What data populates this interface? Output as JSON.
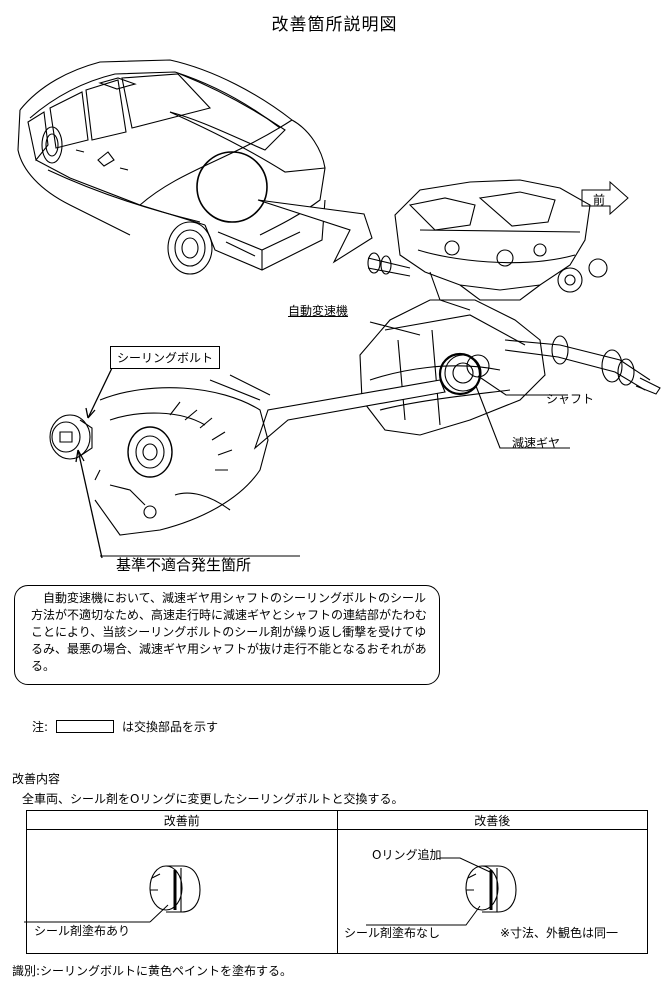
{
  "title": "改善箇所説明図",
  "labels": {
    "front": "前",
    "at": "自動変速機",
    "shaft": "シャフト",
    "reduction_gear": "減速ギヤ",
    "sealing_bolt": "シーリングボルト",
    "nonconformity": "基準不適合発生箇所"
  },
  "description": "自動変速機において、減速ギヤ用シャフトのシーリングボルトのシール方法が不適切なため、高速走行時に減速ギヤとシャフトの連結部がたわむことにより、当該シーリングボルトのシール剤が繰り返し衝撃を受けてゆるみ、最悪の場合、減速ギヤ用シャフトが抜け走行不能となるおそれがある。",
  "note": {
    "prefix": "注:",
    "suffix": "は交換部品を示す"
  },
  "improvement": {
    "heading": "改善内容",
    "text": "全車両、シール剤をOリングに変更したシーリングボルトと交換する。",
    "before": {
      "header": "改善前",
      "callout": "シール剤塗布あり"
    },
    "after": {
      "header": "改善後",
      "callout_top": "Oリング追加",
      "callout_bottom": "シール剤塗布なし",
      "remark": "※寸法、外観色は同一"
    }
  },
  "identification": "識別:シーリングボルトに黄色ペイントを塗布する。"
}
